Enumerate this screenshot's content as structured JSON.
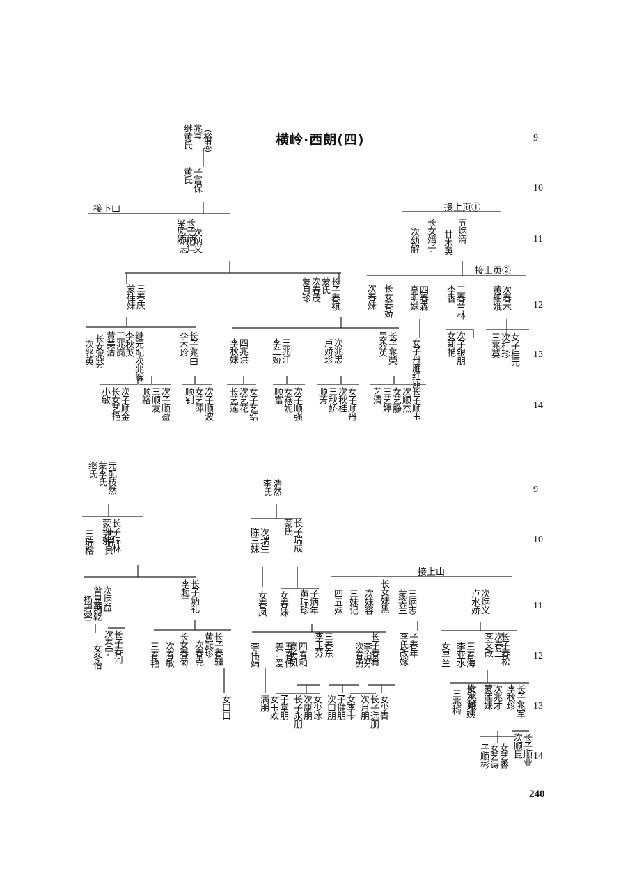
{
  "title": "横岭·西朗(四)",
  "page_number": "240",
  "generation_labels": [
    "9",
    "10",
    "11",
    "12",
    "13",
    "14",
    "9",
    "10",
    "11",
    "12",
    "13",
    "14"
  ],
  "links": [
    "接下山",
    "接上页①",
    "接上页②",
    "接上山"
  ],
  "people": [
    [
      "（裕思）",
      "兆亨",
      "继黄氏"
    ],
    [
      "子富保",
      "黄氏"
    ],
    [
      "长子炳仁",
      "梁凤娇"
    ],
    [
      "次炳义"
    ],
    [
      "三炳志"
    ],
    [
      "五炳清"
    ],
    [
      "廿木英"
    ],
    [
      "长女婄子"
    ],
    [
      "次幼解"
    ],
    [
      "三春庆",
      "蒙桂妹"
    ],
    [
      "长子春祺",
      "蒙氏",
      "次春茂",
      "蒙月珍"
    ],
    [
      "长女春娇"
    ],
    [
      "次春妹"
    ],
    [
      "四春森",
      "高明妹"
    ],
    [
      "三春兰林",
      "李香"
    ],
    [
      "次春木",
      "黄细娥"
    ],
    [
      "长子兆由",
      "李木珍"
    ],
    [
      "继元配次兆辉",
      "李秋英"
    ],
    [
      "三兆岗",
      "黄美清"
    ],
    [
      "长女兆芬"
    ],
    [
      "次兆英"
    ],
    [
      "四兆洪",
      "李秋妹"
    ],
    [
      "三兆江",
      "李兰娇"
    ],
    [
      "次兆忠",
      "卢娇珍"
    ],
    [
      "长子兆荣",
      "吴秀英"
    ],
    [
      "女子丹雁红朋"
    ],
    [
      "次子银朋",
      "女莉艳"
    ],
    [
      "女子桂元",
      "次桂珍",
      "三兆英"
    ],
    [
      "次子顺金",
      "长女艺艳",
      "小敏"
    ],
    [
      "次子顺盈",
      "三顺友",
      "顺裕"
    ],
    [
      "次子顺波",
      "女艺萍",
      "顺钊"
    ],
    [
      "女子艺结",
      "次艺花",
      "长艺莲"
    ],
    [
      "次子顺强",
      "女燕妮",
      "顺富"
    ],
    [
      "女子顺丹",
      "次秋桂",
      "三秋娇",
      "顺芳"
    ],
    [
      "长子顺玉",
      "次顺杰",
      "女艺静",
      "三艺婷",
      "艺清"
    ],
    [
      "元配枝然",
      "蒙李氏",
      "继氏"
    ],
    [
      "长子瑞林",
      "蒙细妹"
    ],
    [
      "次瑞贵"
    ],
    [
      "三瑞榕"
    ],
    [
      "长子炳礼",
      "李超兰"
    ],
    [
      "次炳益",
      "曾显英"
    ],
    [
      "三炳乾",
      "杨碧容"
    ],
    [
      "长子春河",
      "次春宁"
    ],
    [
      "女冬怡"
    ],
    [
      "长子春疆",
      "黄冠珍"
    ],
    [
      "次春克"
    ],
    [
      "长女春菊"
    ],
    [
      "次春敏"
    ],
    [
      "三春艳"
    ],
    [
      "女口口"
    ],
    [
      "浩然",
      "李氏"
    ],
    [
      "长子瑞成",
      "蒙氏"
    ],
    [
      "次瑞生",
      "陈三妹"
    ],
    [
      "女春凤"
    ],
    [
      "女春妹"
    ],
    [
      "子炳年",
      "黄瑞珍"
    ],
    [
      "四五妹"
    ],
    [
      "三妹记"
    ],
    [
      "次妹容"
    ],
    [
      "长女妹黑"
    ],
    [
      "三炳志",
      "蒙笑兰"
    ],
    [
      "次炳义",
      "卢水娇"
    ],
    [
      "长子春育"
    ],
    [
      "次春勇"
    ],
    [
      "李治芬"
    ],
    [
      "三春东",
      "李玉芬"
    ],
    [
      "四春和",
      "高美凤"
    ],
    [
      "五春伟",
      "姜叶爱"
    ],
    [
      "李伟娟"
    ],
    [
      "子春年",
      "李氏改嫁"
    ],
    [
      "长子春松"
    ],
    [
      "次春兰",
      "李文改"
    ],
    [
      "三春海",
      "李亚水"
    ],
    [
      "女早兰"
    ],
    [
      "子堂朋",
      "女玉欢",
      "满朋"
    ],
    [
      "女少冰",
      "次康朋",
      "长子永朋"
    ],
    [
      "女李卡",
      "子健朋",
      "次口朋"
    ],
    [
      "女少青",
      "长子远朋",
      "次月朋"
    ],
    [
      "长子兆军",
      "李秋珍"
    ],
    [
      "次兆才",
      "蒙莲妹"
    ],
    [
      "女兆娥"
    ],
    [
      "长次兆姨"
    ],
    [
      "三兆梅"
    ],
    [
      "长子顺业",
      "次顺昆"
    ],
    [
      "女艺香",
      "女艺诗",
      "子顺彬"
    ]
  ]
}
